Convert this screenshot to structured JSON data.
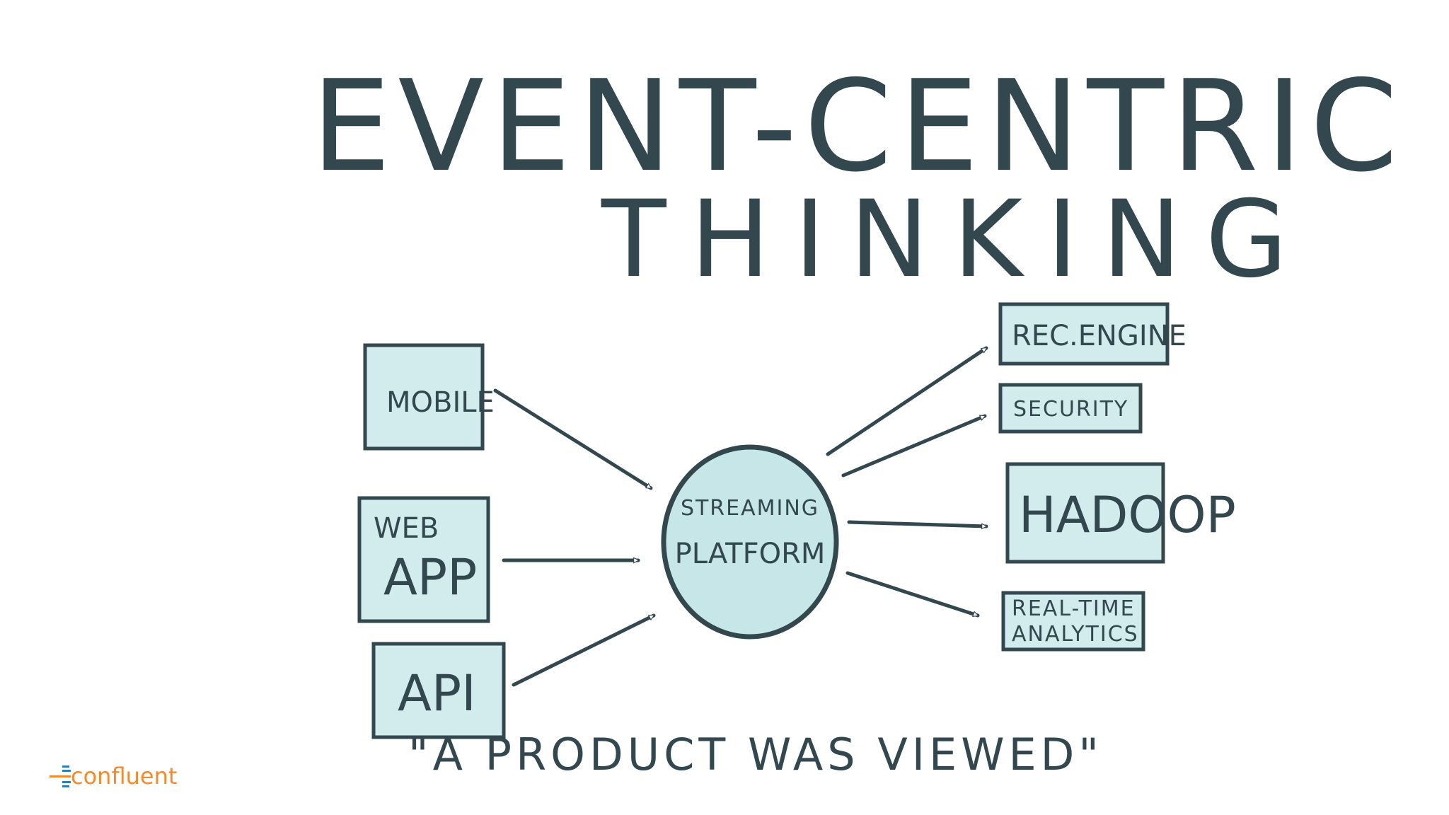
{
  "title": {
    "line1": "EVENT-CENTRIC",
    "line2": "THINKING"
  },
  "sources": {
    "mobile": "MOBILE",
    "web_app_small": "WEB",
    "web_app_big": "APP",
    "api": "API"
  },
  "hub": {
    "line1": "STREAMING",
    "line2": "PLATFORM"
  },
  "sinks": {
    "rec_engine": "REC.ENGINE",
    "security": "SECURITY",
    "hadoop": "HADOOP",
    "realtime_line1": "REAL-TIME",
    "realtime_line2": "ANALYTICS"
  },
  "quote": "\"A PRODUCT WAS VIEWED\"",
  "brand": {
    "name": "confluent"
  },
  "colors": {
    "ink": "#33474f",
    "box_fill": "#d2ecee",
    "hub_fill": "#c6e6e8",
    "brand_orange": "#f28a2e",
    "brand_blue": "#2e7fb3"
  }
}
